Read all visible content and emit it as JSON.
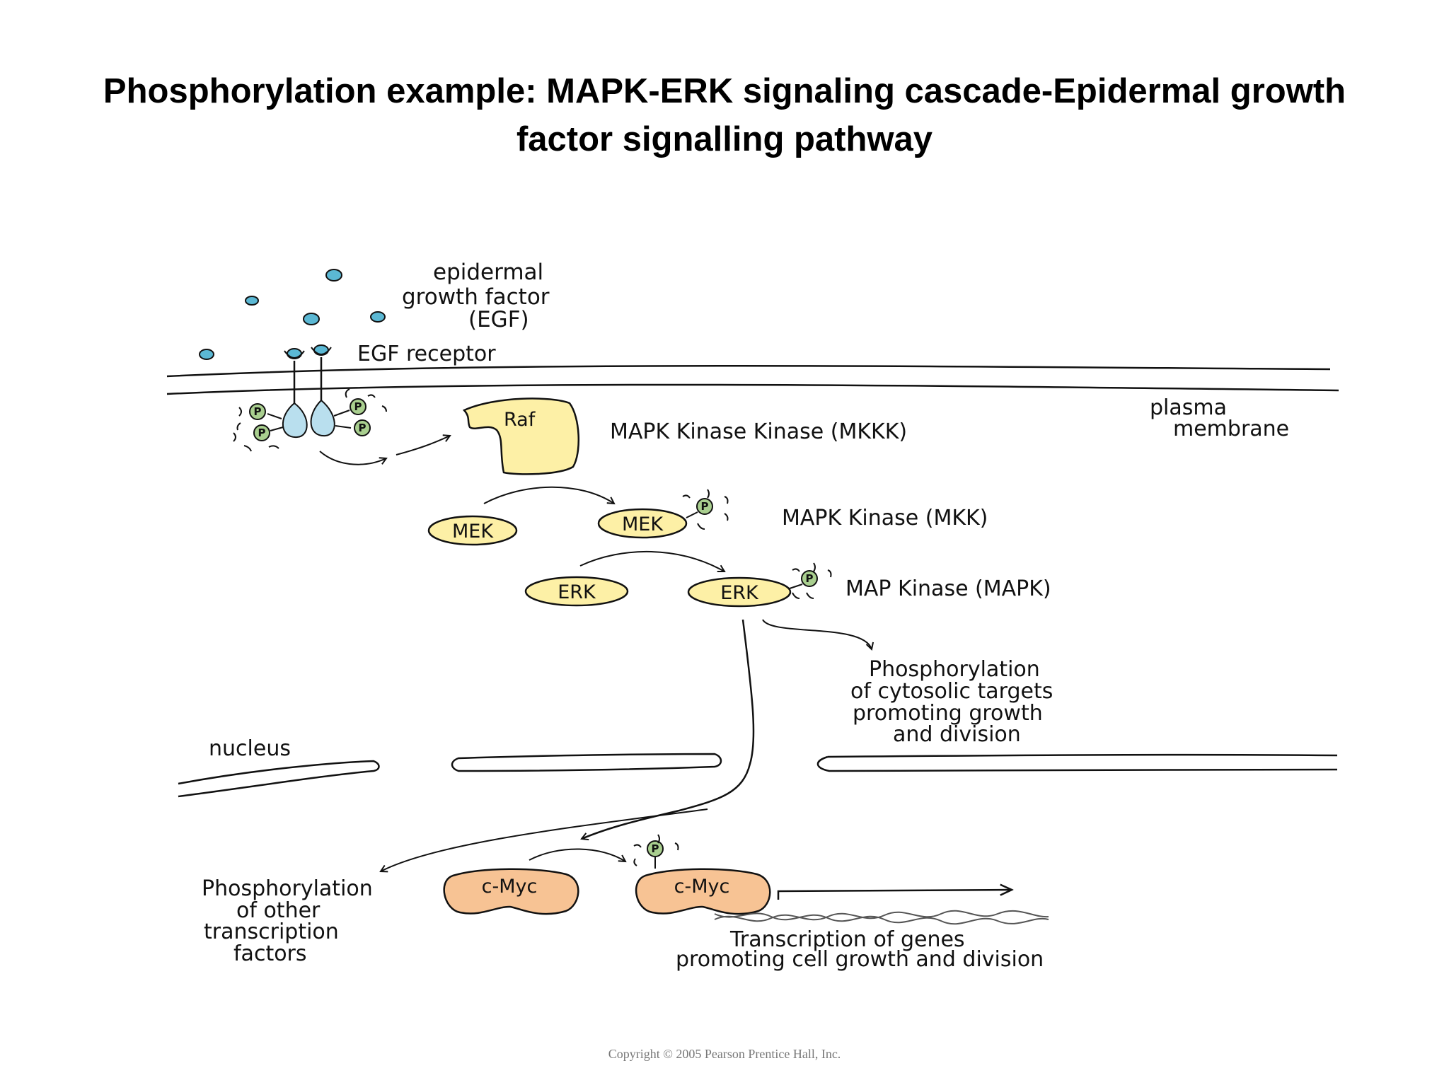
{
  "title": {
    "line1": "Phosphorylation example: MAPK-ERK signaling cascade-Epidermal growth",
    "line2": "factor signalling pathway"
  },
  "labels": {
    "egf_line1": "epidermal",
    "egf_line2": "growth factor",
    "egf_line3": "(EGF)",
    "egf_receptor": "EGF receptor",
    "plasma_line1": "plasma",
    "plasma_line2": "membrane",
    "mkkk": "MAPK Kinase Kinase (MKKK)",
    "mkk": "MAPK Kinase (MKK)",
    "mapk": "MAP Kinase (MAPK)",
    "cyto_line1": "Phosphorylation",
    "cyto_line2": "of cytosolic targets",
    "cyto_line3": "promoting growth",
    "cyto_line4": "and division",
    "nucleus": "nucleus",
    "tf_line1": "Phosphorylation",
    "tf_line2": "of other",
    "tf_line3": "transcription",
    "tf_line4": "factors",
    "trans_line1": "Transcription of genes",
    "trans_line2": "promoting cell growth and division"
  },
  "molecules": {
    "raf": "Raf",
    "mek_inactive": "MEK",
    "mek_active": "MEK",
    "erk_inactive": "ERK",
    "erk_active": "ERK",
    "cmyc_inactive": "c-Myc",
    "cmyc_active": "c-Myc",
    "phosphate": "P"
  },
  "colors": {
    "egf": "#5bb8d4",
    "receptor": "#b9dfee",
    "phosphate": "#a9cf8f",
    "kinase": "#fdf0a6",
    "cmyc": "#f7c394",
    "outline": "#111111"
  },
  "copyright": "Copyright © 2005 Pearson Prentice Hall, Inc."
}
